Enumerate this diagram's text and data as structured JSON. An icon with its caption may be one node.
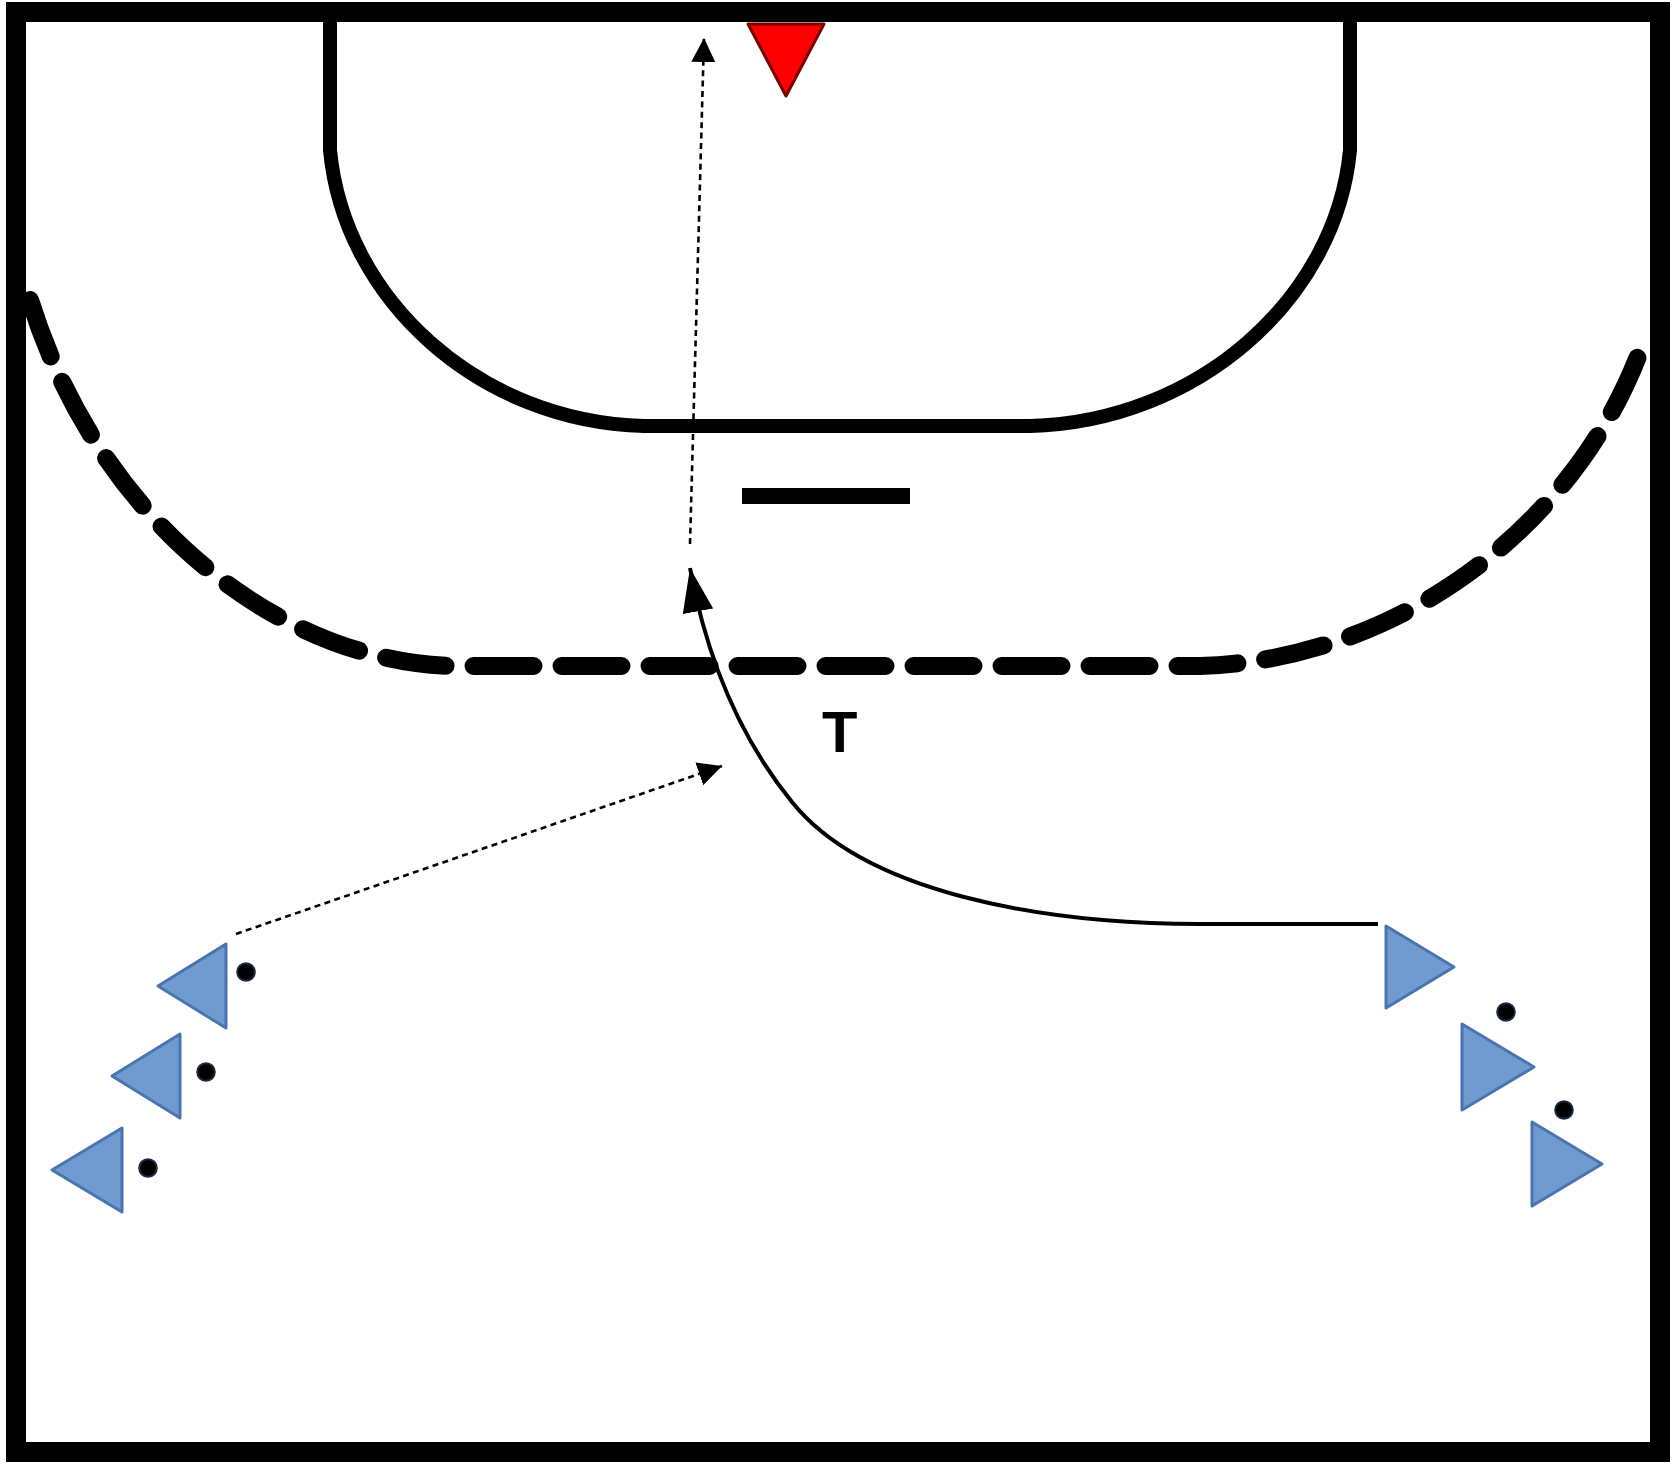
{
  "diagram": {
    "nodes": [
      {
        "text": [],
        "shape": "triangle"
      },
      {
        "text": [],
        "shape": "triangle"
      },
      {
        "text": [],
        "shape": "circle"
      },
      {
        "text": [],
        "shape": "triangle"
      },
      {
        "text": [],
        "shape": "circle"
      },
      {
        "text": [],
        "shape": "triangle"
      },
      {
        "text": [],
        "shape": "circle"
      },
      {
        "text": [],
        "shape": "triangle"
      },
      {
        "text": [],
        "shape": "circle"
      },
      {
        "text": [],
        "shape": "triangle"
      },
      {
        "text": [],
        "shape": "circle"
      },
      {
        "text": [],
        "shape": "triangle"
      }
    ],
    "edges": [
      {
        "from": 1,
        "to": null,
        "arrow": "to",
        "style": "dashed"
      },
      {
        "from": 7,
        "to": null,
        "arrow": "to"
      }
    ],
    "labels": [
      "T"
    ]
  }
}
